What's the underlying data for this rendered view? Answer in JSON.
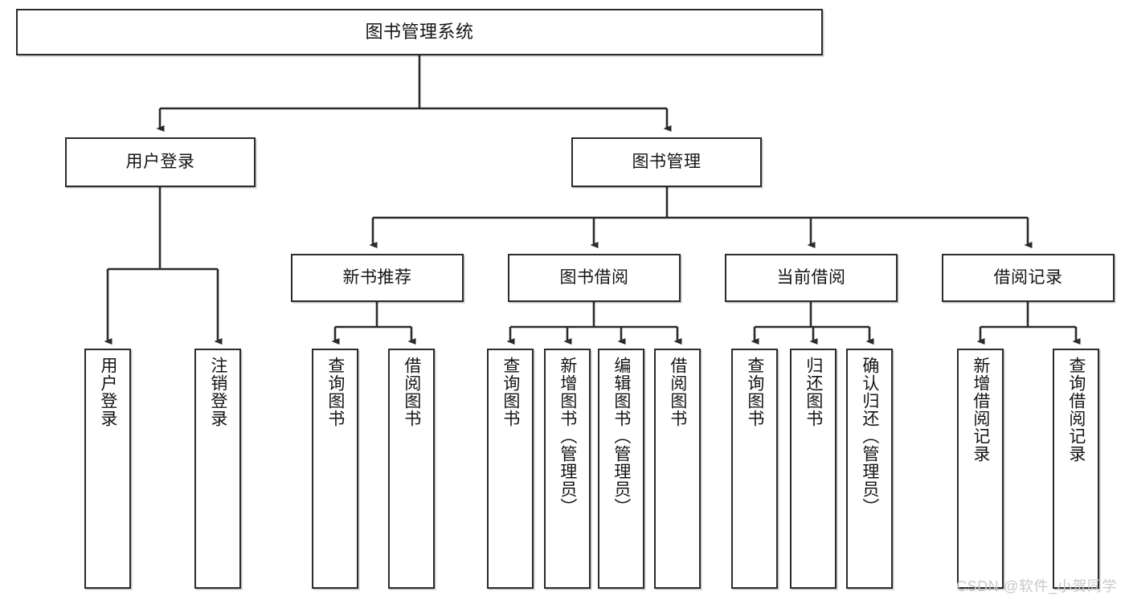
{
  "diagram": {
    "title": "图书管理系统",
    "type": "hierarchy-tree",
    "watermark": "CSDN @软件_小贺同学",
    "colors": {
      "box_border": "#2b2b2b",
      "box_fill": "#ffffff",
      "line": "#2b2b2b",
      "text": "#141414",
      "watermark": "#c9c9c9"
    },
    "nodes": {
      "root": {
        "label": "图书管理系统"
      },
      "level2": [
        {
          "id": "user-login",
          "label": "用户登录"
        },
        {
          "id": "book-manage",
          "label": "图书管理"
        }
      ],
      "level3": [
        {
          "id": "new-book-recommend",
          "label": "新书推荐"
        },
        {
          "id": "book-borrow",
          "label": "图书借阅"
        },
        {
          "id": "current-borrow",
          "label": "当前借阅"
        },
        {
          "id": "borrow-record",
          "label": "借阅记录"
        }
      ],
      "leaves": [
        {
          "id": "leaf-user-login",
          "label": "用户登录"
        },
        {
          "id": "leaf-logout-login",
          "label": "注销登录"
        },
        {
          "id": "leaf-query-book-1",
          "label": "查询图书"
        },
        {
          "id": "leaf-borrow-book-1",
          "label": "借阅图书"
        },
        {
          "id": "leaf-query-book-2",
          "label": "查询图书"
        },
        {
          "id": "leaf-add-book-admin",
          "label": "新增图书（管理员）"
        },
        {
          "id": "leaf-edit-book-admin",
          "label": "编辑图书（管理员）"
        },
        {
          "id": "leaf-borrow-book-2",
          "label": "借阅图书"
        },
        {
          "id": "leaf-query-book-3",
          "label": "查询图书"
        },
        {
          "id": "leaf-return-book",
          "label": "归还图书"
        },
        {
          "id": "leaf-confirm-return-admin",
          "label": "确认归还（管理员）"
        },
        {
          "id": "leaf-add-borrow-record",
          "label": "新增借阅记录"
        },
        {
          "id": "leaf-query-borrow-record",
          "label": "查询借阅记录"
        }
      ]
    }
  }
}
